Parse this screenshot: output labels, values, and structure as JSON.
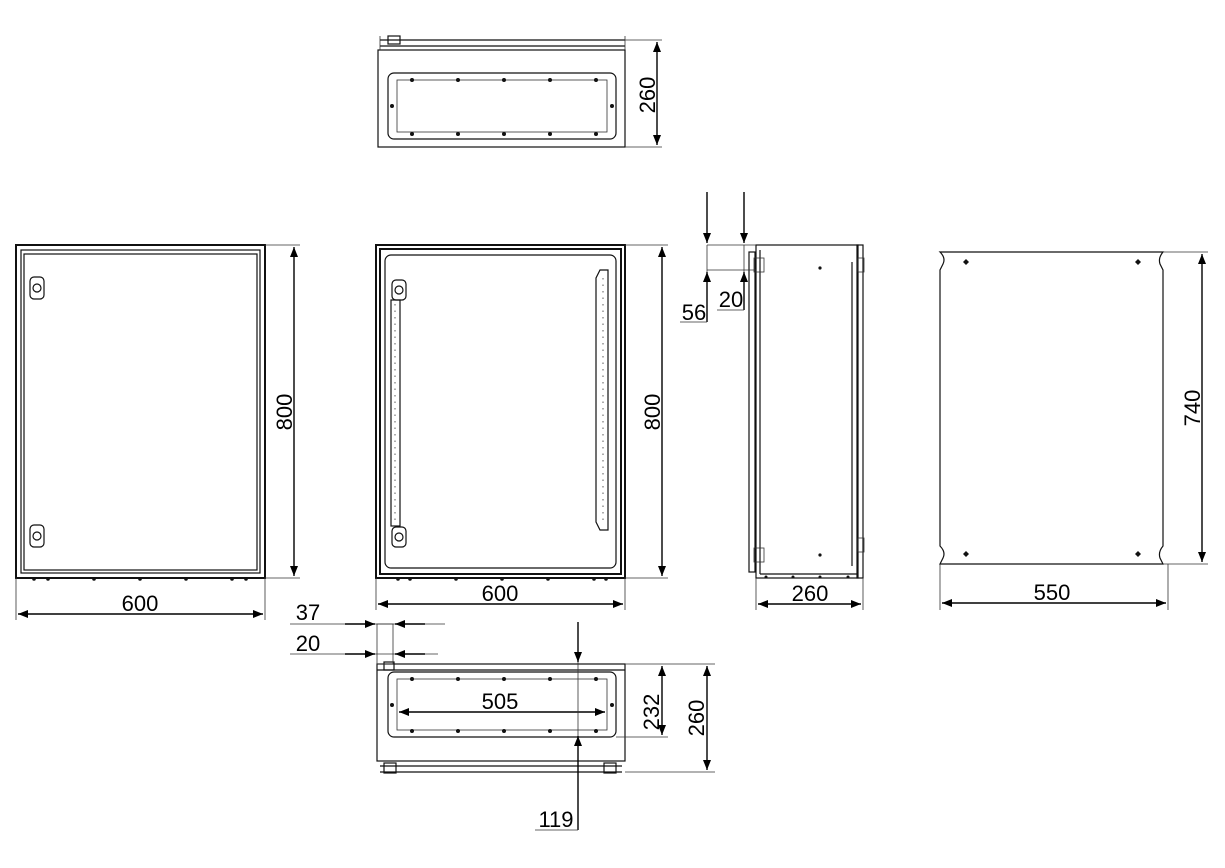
{
  "colors": {
    "line": "#111111",
    "background": "#ffffff"
  },
  "dimensions": {
    "top_view_depth": "260",
    "front_height": "800",
    "front_width": "600",
    "open_height": "800",
    "open_width": "600",
    "side_56": "56",
    "side_20": "20",
    "side_depth": "260",
    "plate_height": "740",
    "plate_width": "550",
    "bottom_37": "37",
    "bottom_20": "20",
    "bottom_505": "505",
    "bottom_232": "232",
    "bottom_260": "260",
    "bottom_119": "119"
  }
}
